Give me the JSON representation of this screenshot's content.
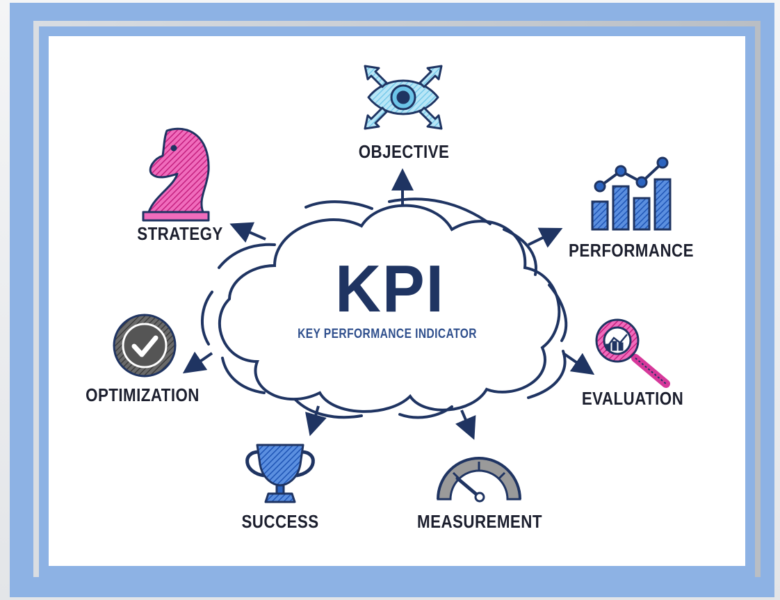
{
  "center": {
    "title": "KPI",
    "subtitle": "KEY PERFORMANCE INDICATOR"
  },
  "nodes": [
    {
      "id": "objective",
      "label": "OBJECTIVE",
      "icon": "eye-arrows-icon"
    },
    {
      "id": "performance",
      "label": "PERFORMANCE",
      "icon": "line-bar-chart-icon"
    },
    {
      "id": "evaluation",
      "label": "EVALUATION",
      "icon": "magnifier-icon"
    },
    {
      "id": "measurement",
      "label": "MEASUREMENT",
      "icon": "gauge-icon"
    },
    {
      "id": "success",
      "label": "SUCCESS",
      "icon": "trophy-icon"
    },
    {
      "id": "optimization",
      "label": "OPTIMIZATION",
      "icon": "checkmark-circle-icon"
    },
    {
      "id": "strategy",
      "label": "STRATEGY",
      "icon": "chess-knight-icon"
    }
  ],
  "colors": {
    "frame": "#8db2e4",
    "outline": "#1f3462",
    "light_blue": "#8fd3ef",
    "blue": "#2c64c0",
    "magenta": "#d6389a",
    "dark_gray": "#4a4a4a",
    "gray": "#9a9a9a"
  }
}
